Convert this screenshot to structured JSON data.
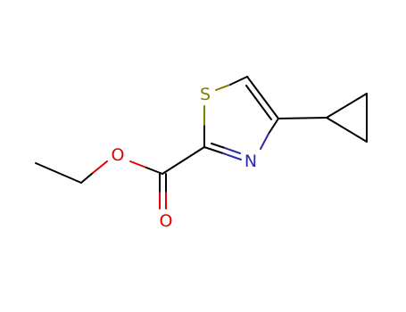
{
  "molecule": {
    "atoms": {
      "sulfur": "S",
      "nitrogen": "N",
      "ester_oxygen": "O",
      "carbonyl_oxygen": "O"
    }
  },
  "colors": {
    "carbon_bond": "#000000",
    "sulfur": "#808000",
    "nitrogen": "#2a2aa8",
    "oxygen": "#e00000"
  }
}
